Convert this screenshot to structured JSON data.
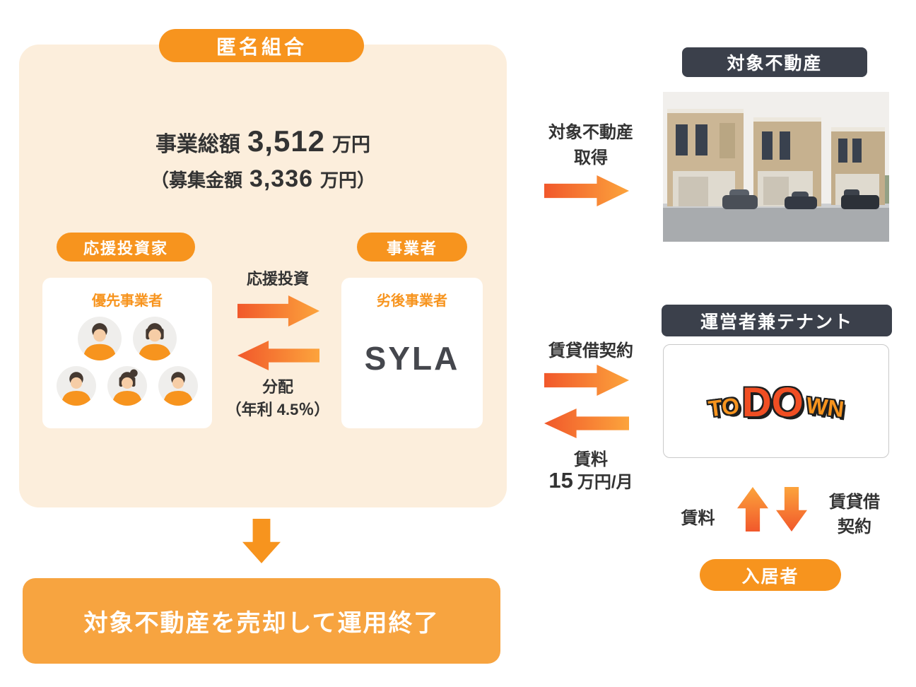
{
  "colors": {
    "accent_orange": "#F7941E",
    "arrow_gradient_start": "#F1582B",
    "arrow_gradient_end": "#FCA43C",
    "panel_background": "#FCEEDC",
    "dark_badge": "#3B404B",
    "bottom_box_orange": "#F7A440",
    "text_dark": "#333333"
  },
  "partnership": {
    "badge": "匿名組合",
    "total_label": "事業総額",
    "total_value": "3,512",
    "total_unit": "万円",
    "raise_open": "（募集金額",
    "raise_value": "3,336",
    "raise_close": "万円）",
    "invest_arrow_label": "応援投資",
    "dist_label": "分配",
    "dist_sub": "（年利 4.5％）",
    "investors": {
      "badge": "応援投資家",
      "title": "優先事業者"
    },
    "operator": {
      "badge": "事業者",
      "title": "劣後事業者",
      "logo": "SYLA"
    }
  },
  "exit": {
    "label": "対象不動産を売却して運用終了"
  },
  "property": {
    "badge": "対象不動産",
    "acquire_line1": "対象不動産",
    "acquire_line2": "取得"
  },
  "tenant": {
    "badge": "運営者兼テナント",
    "logo": {
      "part1": "TO",
      "part2": "DO",
      "part3": "WN"
    },
    "lease_label": "賃貸借契約",
    "rent_label": "賃料",
    "rent_value": "15",
    "rent_unit": "万円/月"
  },
  "resident": {
    "badge": "入居者",
    "rent_label": "賃料",
    "lease_line1": "賃貸借",
    "lease_line2": "契約"
  }
}
